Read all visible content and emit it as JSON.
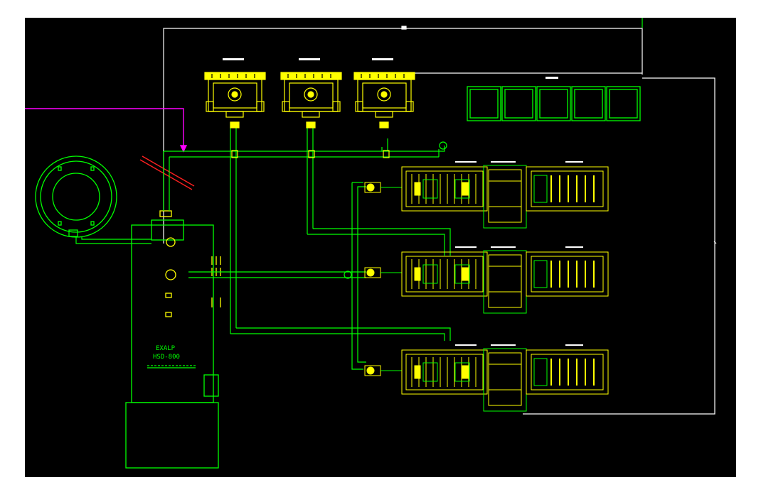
{
  "drawing": {
    "background": "#000000",
    "colors": {
      "green": "#00ff00",
      "yellow": "#ffff00",
      "white": "#ffffff",
      "magenta": "#ff00ff",
      "red": "#ff2020"
    },
    "tank_label_line1": "EXALP",
    "tank_label_line2": "HSD-800",
    "tank_label_line3": "",
    "blower_count": 3,
    "machine_line_count": 3,
    "storage_bin_count": 5
  }
}
